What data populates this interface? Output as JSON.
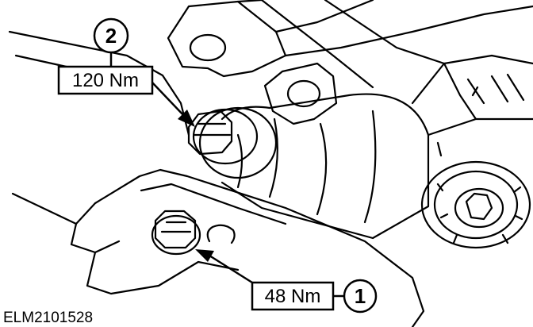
{
  "callouts": [
    {
      "number": "2",
      "torque": "120 Nm"
    },
    {
      "number": "1",
      "torque": "48 Nm"
    }
  ],
  "reference": "ELM2101528"
}
